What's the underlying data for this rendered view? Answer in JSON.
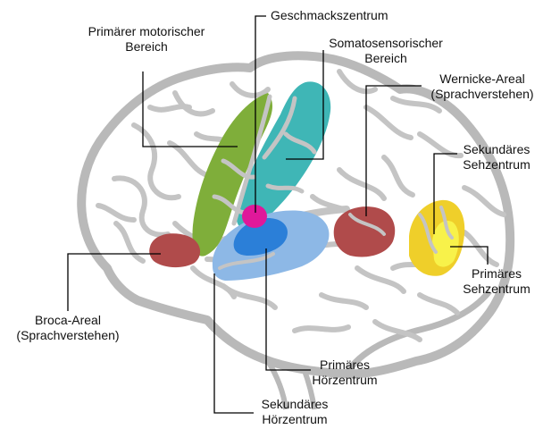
{
  "colors": {
    "outline": "#b9b9b9",
    "fill": "#ffffff",
    "motor": "#7fae3a",
    "somatosensory": "#3fb6b6",
    "taste": "#e0189a",
    "auditory_secondary": "#8db8e6",
    "auditory_primary": "#2b7fd8",
    "language": "#b04b4b",
    "visual_secondary": "#efcf2a",
    "visual_primary": "#f8f24a",
    "leader": "#000000"
  },
  "labels": {
    "motor": {
      "line1": "Primärer motorischer",
      "line2": "Bereich"
    },
    "taste": {
      "line1": "Geschmackszentrum"
    },
    "somatosensory": {
      "line1": "Somatosensorischer",
      "line2": "Bereich"
    },
    "wernicke": {
      "line1": "Wernicke-Areal",
      "line2": "(Sprachverstehen)"
    },
    "visual_secondary": {
      "line1": "Sekundäres",
      "line2": "Sehzentrum"
    },
    "visual_primary": {
      "line1": "Primäres",
      "line2": "Sehzentrum"
    },
    "broca": {
      "line1": "Broca-Areal",
      "line2": "(Sprachverstehen)"
    },
    "auditory_primary": {
      "line1": "Primäres",
      "line2": "Hörzentrum"
    },
    "auditory_secondary": {
      "line1": "Sekundäres",
      "line2": "Hörzentrum"
    }
  }
}
